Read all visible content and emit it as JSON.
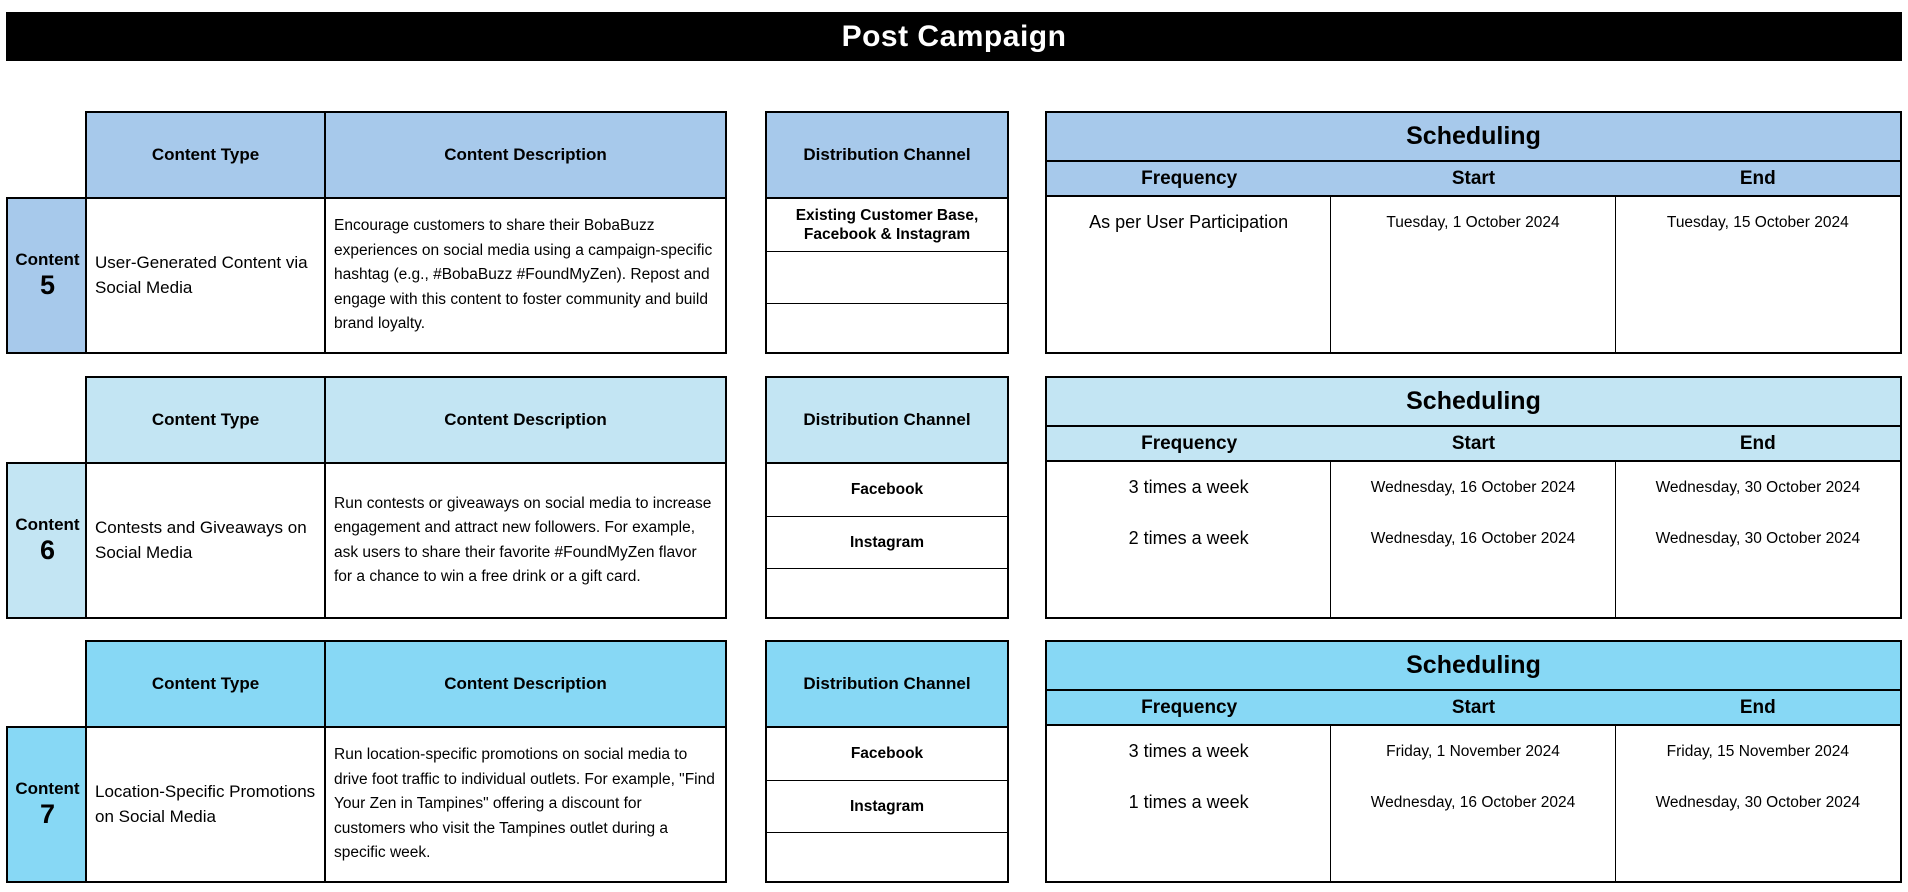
{
  "title": "Post Campaign",
  "colors": {
    "title_bg": "#000000",
    "title_fg": "#FFFFFF",
    "section5_accent": "#A7C9EB",
    "section6_accent": "#C3E5F3",
    "section7_accent": "#87D8F5",
    "border": "#000000"
  },
  "headers": {
    "content_label": "Content",
    "content_type": "Content Type",
    "content_description": "Content Description",
    "distribution_channel": "Distribution Channel",
    "scheduling": "Scheduling",
    "frequency": "Frequency",
    "start": "Start",
    "end": "End"
  },
  "sections": [
    {
      "number": "5",
      "content_type": "User-Generated Content via Social Media",
      "description": "Encourage customers to share their BobaBuzz experiences on social media using a campaign-specific hashtag (e.g., #BobaBuzz #FoundMyZen). Repost and engage with this content to foster community and build brand loyalty.",
      "channels": [
        "Existing Customer Base, Facebook & Instagram",
        "",
        ""
      ],
      "schedule": [
        {
          "frequency": "As per User Participation",
          "start": "Tuesday, 1 October 2024",
          "end": "Tuesday, 15 October 2024"
        },
        {
          "frequency": "",
          "start": "",
          "end": ""
        },
        {
          "frequency": "",
          "start": "",
          "end": ""
        }
      ]
    },
    {
      "number": "6",
      "content_type": "Contests and Giveaways on Social Media",
      "description": "Run contests or giveaways on social media to increase engagement and attract new followers. For example, ask users to share their favorite #FoundMyZen flavor for a chance to win a free drink or a gift card.",
      "channels": [
        "Facebook",
        "Instagram",
        ""
      ],
      "schedule": [
        {
          "frequency": "3 times a week",
          "start": "Wednesday, 16 October 2024",
          "end": "Wednesday, 30 October 2024"
        },
        {
          "frequency": "2 times a week",
          "start": "Wednesday, 16 October 2024",
          "end": "Wednesday, 30 October 2024"
        },
        {
          "frequency": "",
          "start": "",
          "end": ""
        }
      ]
    },
    {
      "number": "7",
      "content_type": "Location-Specific Promotions on Social Media",
      "description": "Run location-specific promotions on social media to drive foot traffic to individual outlets. For example, \"Find Your Zen in Tampines\" offering a discount for customers who visit the Tampines outlet during a specific week.",
      "channels": [
        "Facebook",
        "Instagram",
        ""
      ],
      "schedule": [
        {
          "frequency": "3 times a week",
          "start": "Friday, 1 November 2024",
          "end": "Friday, 15 November 2024"
        },
        {
          "frequency": "1 times a week",
          "start": "Wednesday, 16 October 2024",
          "end": "Wednesday, 30 October 2024"
        },
        {
          "frequency": "",
          "start": "",
          "end": ""
        }
      ]
    }
  ]
}
